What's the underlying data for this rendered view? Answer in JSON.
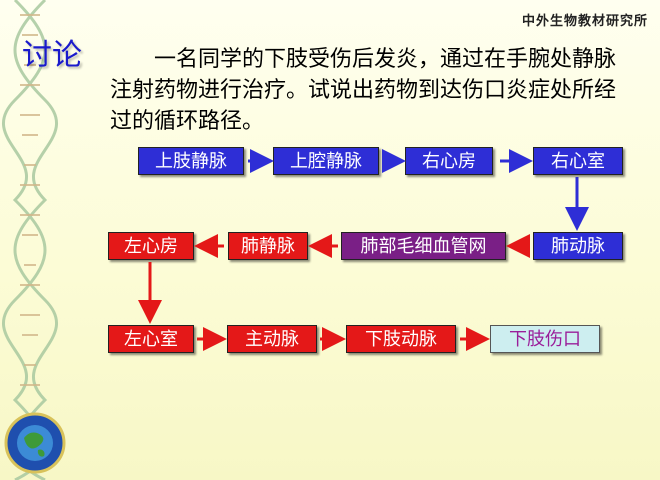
{
  "header": {
    "institute": "中外生物教材研究所",
    "heading": "讨论"
  },
  "question": "一名同学的下肢受伤后发炎，通过在手腕处静脉注射药物进行治疗。试说出药物到达伤口炎症处所经过的循环路径。",
  "flow": {
    "row1": [
      "上肢静脉",
      "上腔静脉",
      "右心房",
      "右心室"
    ],
    "row2": [
      "左心房",
      "肺静脉",
      "肺部毛细血管网",
      "肺动脉"
    ],
    "row3": [
      "左心室",
      "主动脉",
      "下肢动脉",
      "下肢伤口"
    ]
  },
  "colors": {
    "blue": "#2e2ed6",
    "red": "#e41818",
    "purple": "#7a1f86",
    "light": "#cdeef0",
    "heading": "#1a1acc"
  }
}
